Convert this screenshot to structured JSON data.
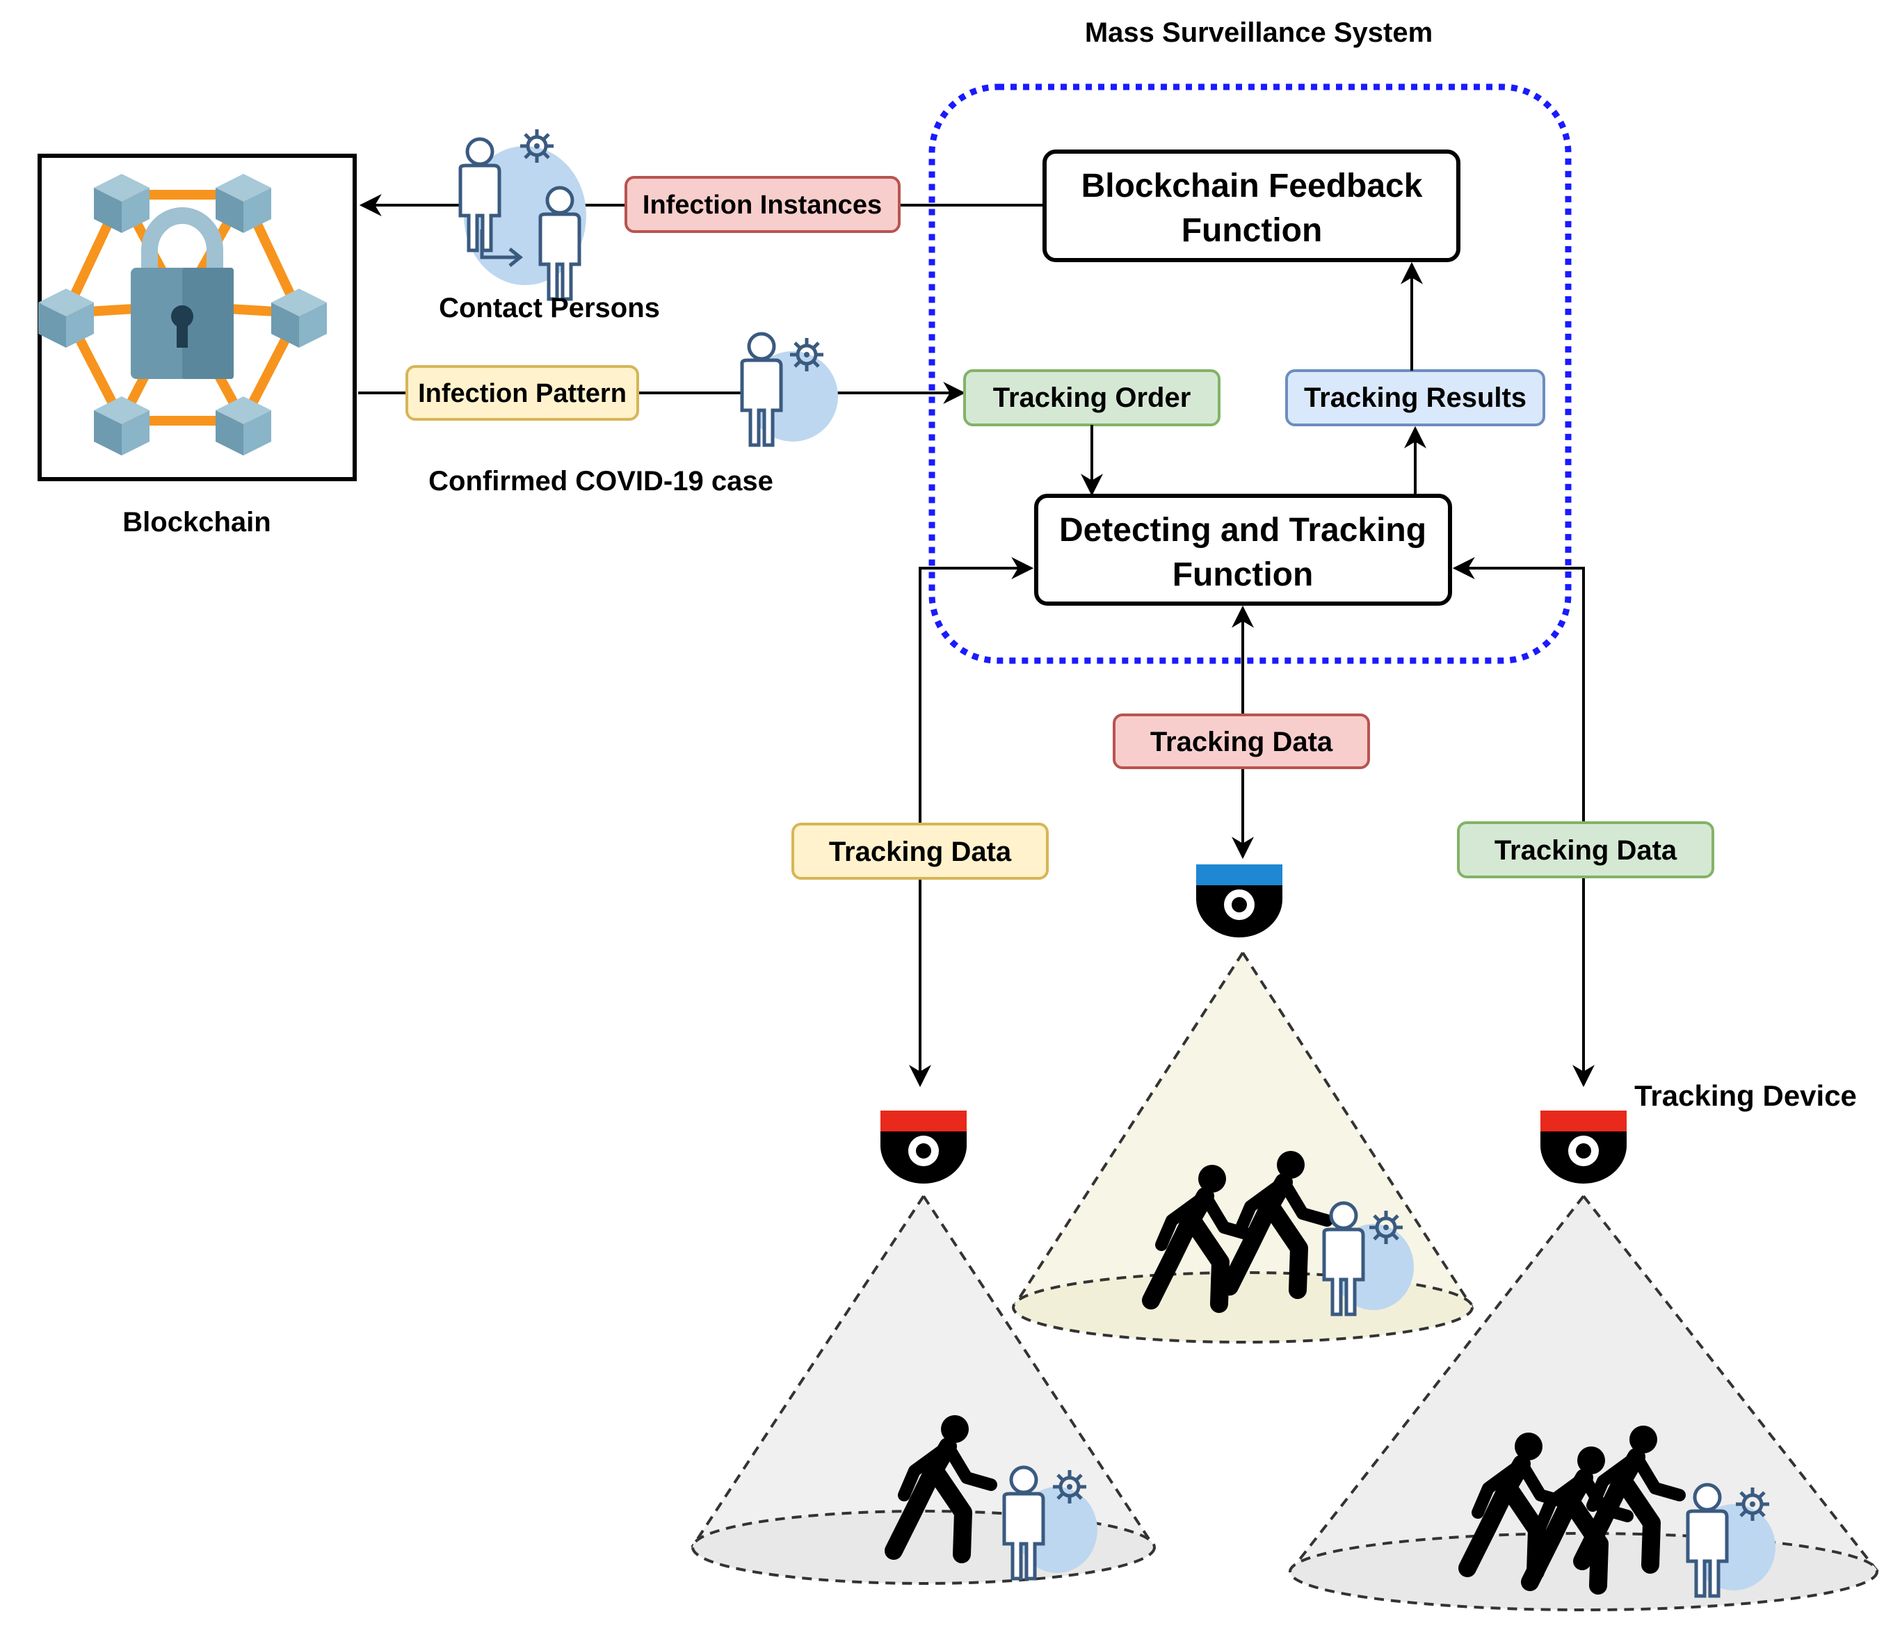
{
  "title": "Mass Surveillance System",
  "blockchain": {
    "label": "Blockchain"
  },
  "contact_persons": {
    "label": "Contact Persons"
  },
  "confirmed_case": {
    "label": "Confirmed COVID-19 case"
  },
  "tags": {
    "infection_instances": "Infection Instances",
    "infection_pattern": "Infection Pattern",
    "tracking_order": "Tracking Order",
    "tracking_results": "Tracking Results",
    "tracking_data_center": "Tracking Data",
    "tracking_data_left": "Tracking Data",
    "tracking_data_right": "Tracking Data"
  },
  "functions": {
    "feedback_line1": "Blockchain Feedback",
    "feedback_line2": "Function",
    "detect_line1": "Detecting and Tracking",
    "detect_line2": "Function"
  },
  "tracking_device": {
    "label": "Tracking Device"
  },
  "colors": {
    "red_fill": "#f8cecc",
    "red_stroke": "#b85450",
    "yellow_fill": "#fff2cc",
    "yellow_stroke": "#d6b656",
    "green_fill": "#d5e8d4",
    "green_stroke": "#82b366",
    "blue_fill": "#dae8fc",
    "blue_stroke": "#6c8ebf",
    "system_border": "#1a1aff",
    "cube": "#7fa9bd",
    "lock": "#5e8ea5",
    "network": "#f7941d",
    "camera_red": "#e8291c",
    "camera_blue": "#1e88d2",
    "person_blob": "#bdd7f0",
    "person_line": "#3a5a80"
  },
  "icons": [
    "person-icon",
    "virus-icon",
    "lock-icon",
    "cube-icon",
    "camera-icon",
    "walking-person-icon"
  ]
}
